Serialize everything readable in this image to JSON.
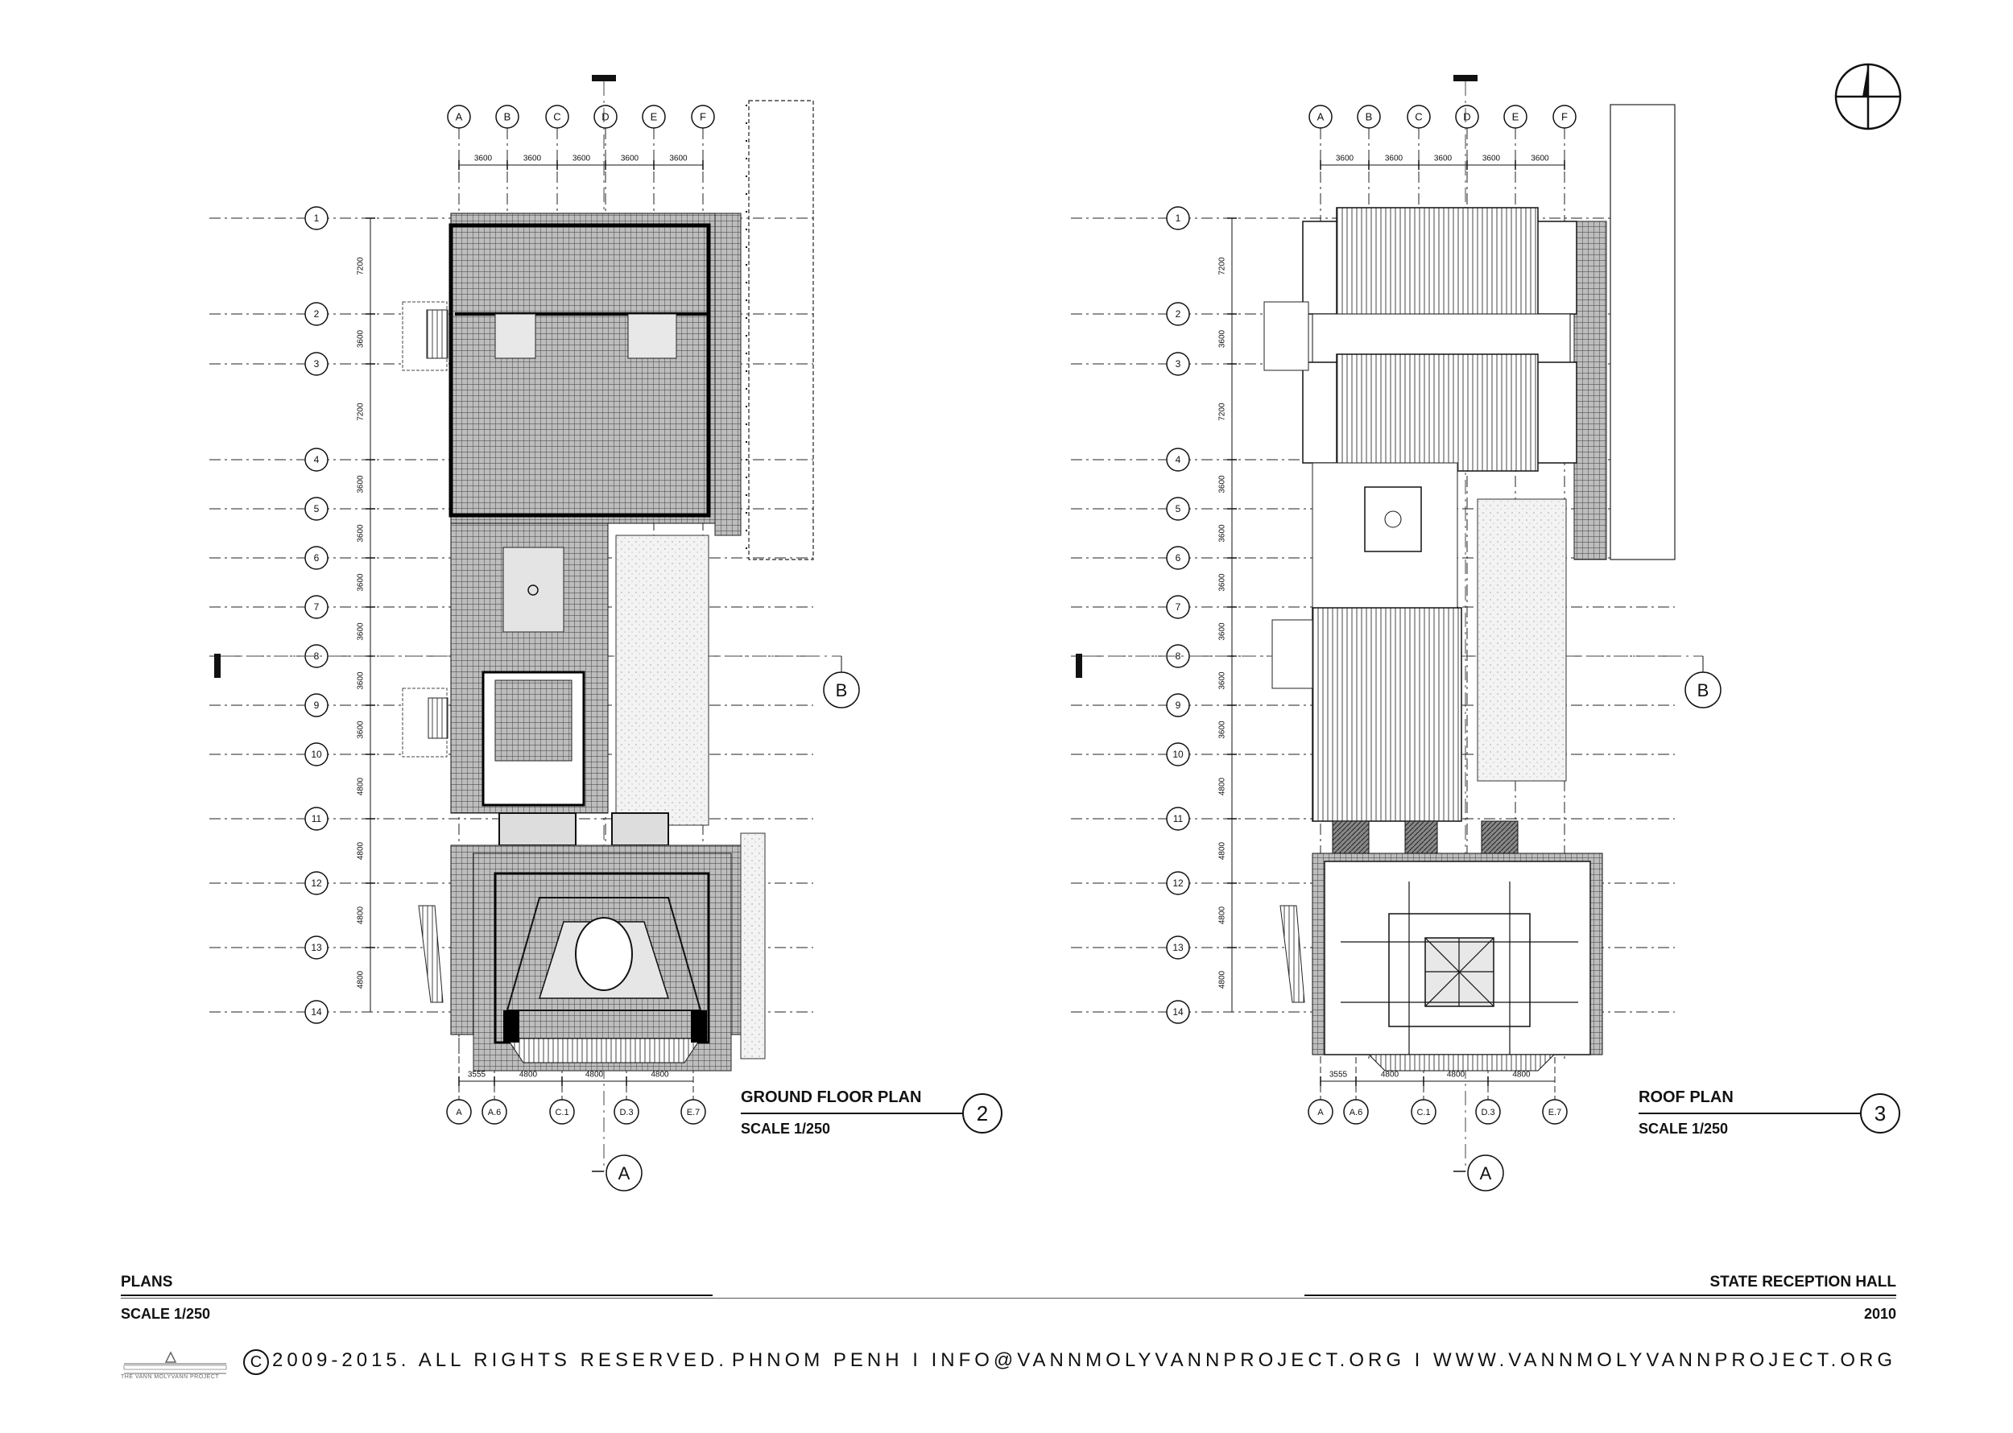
{
  "plans": [
    {
      "id": "ground",
      "title": "GROUND FLOOR PLAN",
      "scale": "SCALE   1/250",
      "number": "2",
      "cols_top": [
        "A",
        "B",
        "C",
        "D",
        "E",
        "F"
      ],
      "cols_top_dims": [
        "3600",
        "3600",
        "3600",
        "3600",
        "3600"
      ],
      "cols_bottom": [
        "A",
        "A.6",
        "C.1",
        "D.3",
        "E.7"
      ],
      "cols_bottom_dims": [
        "3555",
        "4800",
        "4800",
        "4800"
      ],
      "rows": [
        "1",
        "2",
        "3",
        "4",
        "5",
        "6",
        "7",
        "8",
        "9",
        "10",
        "11",
        "12",
        "13",
        "14"
      ],
      "row_dims": [
        "7200",
        "3600",
        "7200",
        "3600",
        "3600",
        "3600",
        "3600",
        "3600",
        "3600",
        "4800",
        "4800",
        "4800",
        "4800"
      ],
      "section_a": "A",
      "section_b": "B"
    },
    {
      "id": "roof",
      "title": "ROOF PLAN",
      "scale": "SCALE   1/250",
      "number": "3",
      "cols_top": [
        "A",
        "B",
        "C",
        "D",
        "E",
        "F"
      ],
      "cols_top_dims": [
        "3600",
        "3600",
        "3600",
        "3600",
        "3600"
      ],
      "cols_bottom": [
        "A",
        "A.6",
        "C.1",
        "D.3",
        "E.7"
      ],
      "cols_bottom_dims": [
        "3555",
        "4800",
        "4800",
        "4800"
      ],
      "rows": [
        "1",
        "2",
        "3",
        "4",
        "5",
        "6",
        "7",
        "8",
        "9",
        "10",
        "11",
        "12",
        "13",
        "14"
      ],
      "row_dims": [
        "7200",
        "3600",
        "7200",
        "3600",
        "3600",
        "3600",
        "3600",
        "3600",
        "3600",
        "4800",
        "4800",
        "4800",
        "4800"
      ],
      "section_a": "A",
      "section_b": "B"
    }
  ],
  "footer": {
    "left_title": "PLANS",
    "left_scale": "SCALE   1/250",
    "right_title": "STATE RECEPTION HALL",
    "right_year": "2010",
    "copyright_symbol": "C",
    "copyright": "2009-2015. ALL RIGHTS RESERVED.",
    "contact": "PHNOM PENH  I  INFO@VANNMOLYVANNPROJECT.ORG  I  WWW.VANNMOLYVANNPROJECT.ORG",
    "logo_text": "THE VANN MOLYVANN PROJECT"
  },
  "icons": {
    "north": "north-arrow-icon",
    "logo": "vann-molyvann-project-logo-icon"
  }
}
